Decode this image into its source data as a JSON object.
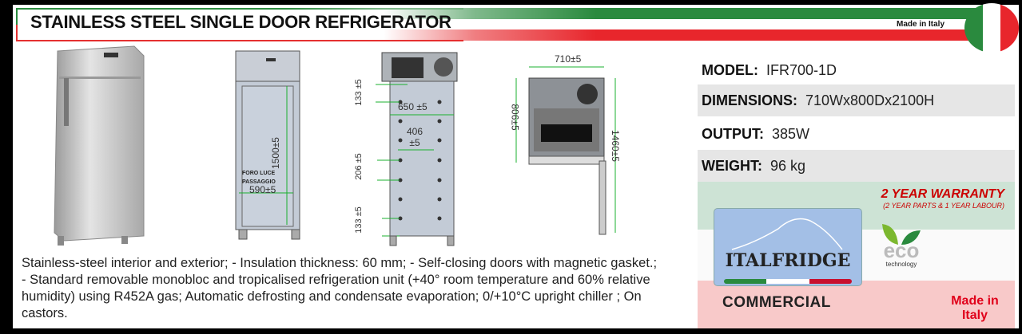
{
  "header": {
    "title": "STAINLESS STEEL SINGLE DOOR REFRIGERATOR",
    "made_in": "Made in Italy"
  },
  "drawings": {
    "front": {
      "label_line1": "FORO LUCE",
      "label_line2": "PASSAGGIO",
      "width": "590±5",
      "height": "1500±5"
    },
    "side": {
      "top_offset": "133 ±5",
      "width": "650 ±5",
      "inner": "406",
      "inner_tol": "±5",
      "spacing": "206 ±5",
      "bottom_offset": "133 ±5"
    },
    "top": {
      "width": "710±5",
      "depth": "806±5",
      "open_depth": "1460±5"
    }
  },
  "specs": [
    {
      "label": "MODEL:",
      "value": "IFR700-1D"
    },
    {
      "label": "DIMENSIONS:",
      "value": "710Wx800Dx2100H"
    },
    {
      "label": "OUTPUT:",
      "value": "385W"
    },
    {
      "label": "WEIGHT:",
      "value": "96 kg"
    }
  ],
  "warranty": {
    "title": "2 YEAR WARRANTY",
    "subtitle": "(2 YEAR PARTS & 1 YEAR LABOUR)"
  },
  "brand": {
    "name": "ITALFRIDGE",
    "line": "COMMERCIAL"
  },
  "eco": {
    "word": "eco",
    "sub": "technology"
  },
  "made_in_italy": {
    "line1": "Made in",
    "line2": "Italy"
  },
  "description": "Stainless-steel interior and exterior; - Insulation thickness: 60 mm; - Self-closing doors with magnetic gasket.; - Standard removable monobloc and tropicalised refrigeration unit (+40° room temperature and 60% relative humidity) using R452A gas; Automatic defrosting and condensate evaporation; 0/+10°C upright chiller ; On castors.",
  "colors": {
    "green": "#2a8a3e",
    "red": "#e8262c",
    "green_band": "#cde3d5",
    "pink_band": "#f8c9c9",
    "logo_blue": "#a3bfe6"
  }
}
